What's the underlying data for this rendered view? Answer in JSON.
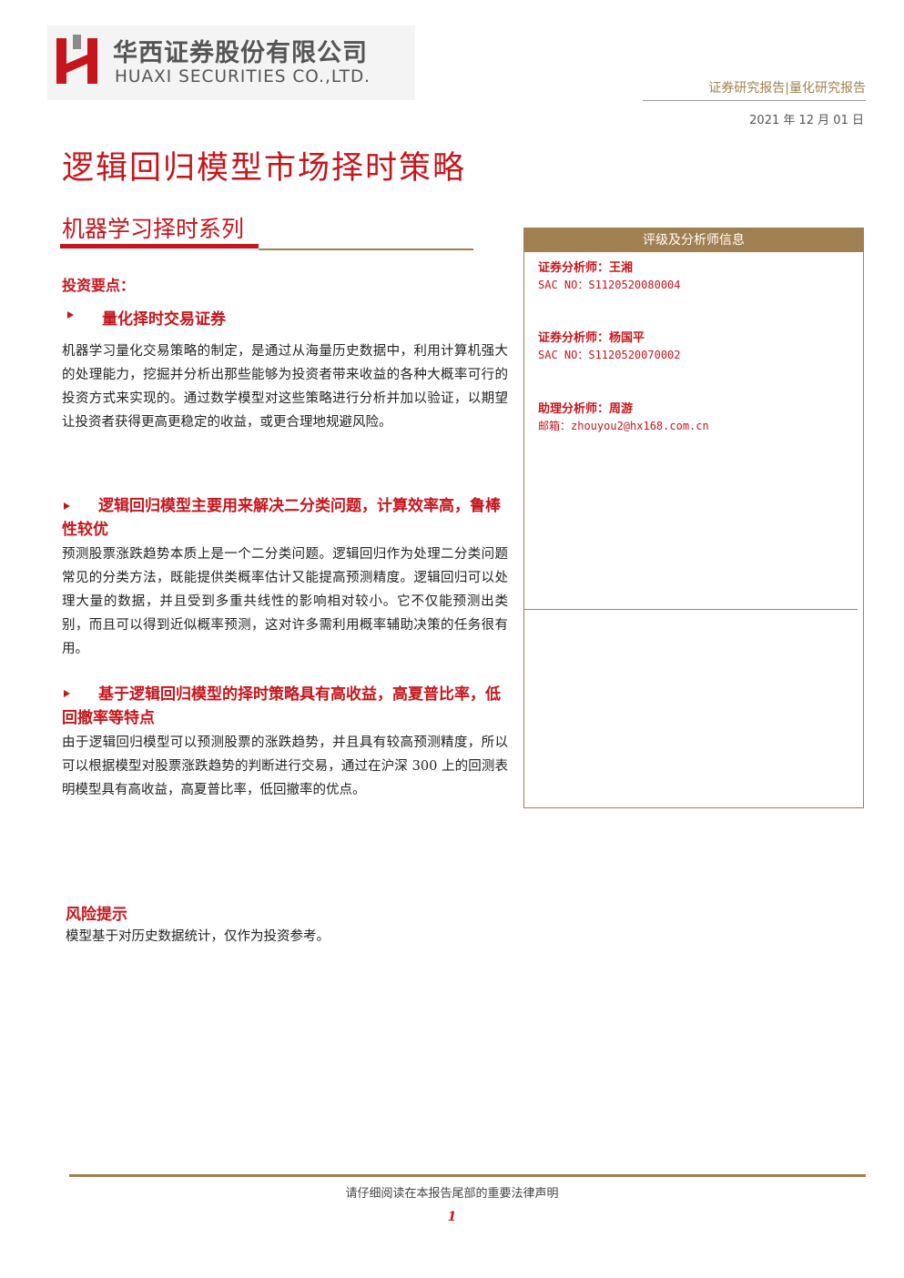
{
  "header": {
    "company_cn": "华西证券股份有限公司",
    "company_en": "HUAXI SECURITIES CO.,LTD.",
    "report_type": "证券研究报告|量化研究报告",
    "date": "2021 年 12 月 01 日",
    "brand_color": "#c4161c",
    "gold_color": "#a08050"
  },
  "title": "逻辑回归模型市场择时策略",
  "series": "机器学习择时系列",
  "main": {
    "section_heading": "投资要点：",
    "points": [
      {
        "heading": "量化择时交易证券",
        "text": "机器学习量化交易策略的制定，是通过从海量历史数据中，利用计算机强大的处理能力，挖掘并分析出那些能够为投资者带来收益的各种大概率可行的投资方式来实现的。通过数学模型对这些策略进行分析并加以验证，以期望让投资者获得更高更稳定的收益，或更合理地规避风险。"
      },
      {
        "heading": "逻辑回归模型主要用来解决二分类问题，计算效率高，鲁棒性较优",
        "text": "预测股票涨跌趋势本质上是一个二分类问题。逻辑回归作为处理二分类问题常见的分类方法，既能提供类概率估计又能提高预测精度。逻辑回归可以处理大量的数据，并且受到多重共线性的影响相对较小。它不仅能预测出类别，而且可以得到近似概率预测，这对许多需利用概率辅助决策的任务很有用。"
      },
      {
        "heading": "基于逻辑回归模型的择时策略具有高收益，高夏普比率，低回撤率等特点",
        "text": "由于逻辑回归模型可以预测股票的涨跌趋势，并且具有较高预测精度，所以可以根据模型对股票涨跌趋势的判断进行交易，通过在沪深 300 上的回测表明模型具有高收益，高夏普比率，低回撤率的优点。"
      }
    ]
  },
  "sidebar": {
    "header": "评级及分析师信息",
    "analysts": [
      {
        "name": "证券分析师：王湘",
        "line2": "SAC NO：S1120520080004"
      },
      {
        "name": "证券分析师：杨国平",
        "line2": "SAC NO：S1120520070002"
      },
      {
        "name": "助理分析师：周游",
        "line2": "邮箱：zhouyou2@hx168.com.cn"
      }
    ]
  },
  "risk": {
    "heading": "风险提示",
    "text": "模型基于对历史数据统计，仅作为投资参考。"
  },
  "footer": {
    "disclaimer": "请仔细阅读在本报告尾部的重要法律声明",
    "page": "1"
  }
}
